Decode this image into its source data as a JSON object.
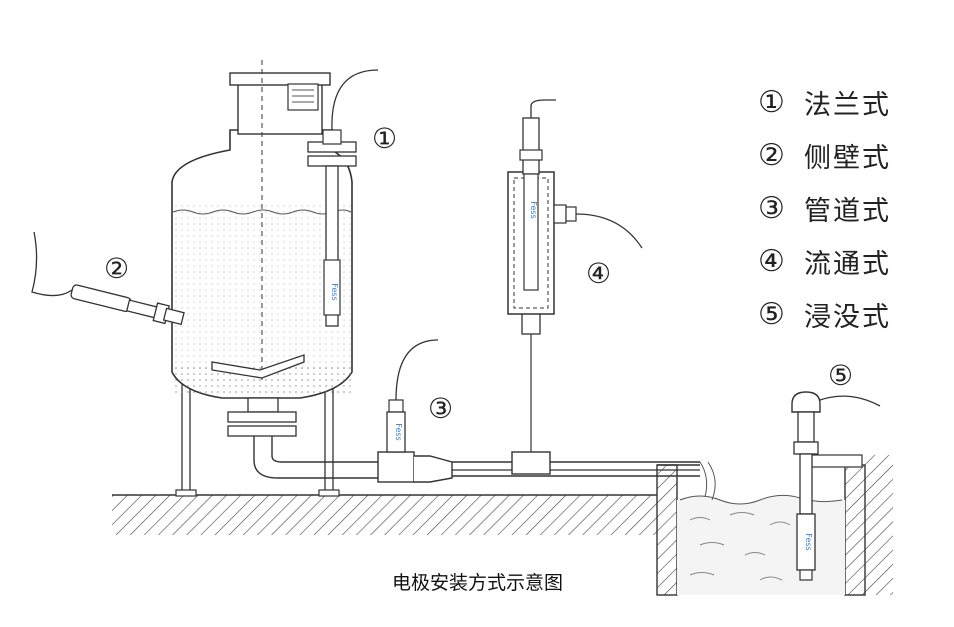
{
  "legend": {
    "items": [
      {
        "num": "①",
        "label": "法兰式"
      },
      {
        "num": "②",
        "label": "侧壁式"
      },
      {
        "num": "③",
        "label": "管道式"
      },
      {
        "num": "④",
        "label": "流通式"
      },
      {
        "num": "⑤",
        "label": "浸没式"
      }
    ]
  },
  "markers": {
    "m1": "①",
    "m2": "②",
    "m3": "③",
    "m4": "④",
    "m5": "⑤"
  },
  "probe_brand": "Fess",
  "caption": "电极安装方式示意图",
  "colors": {
    "line": "#333333",
    "probe_label": "#3a7fd0"
  }
}
